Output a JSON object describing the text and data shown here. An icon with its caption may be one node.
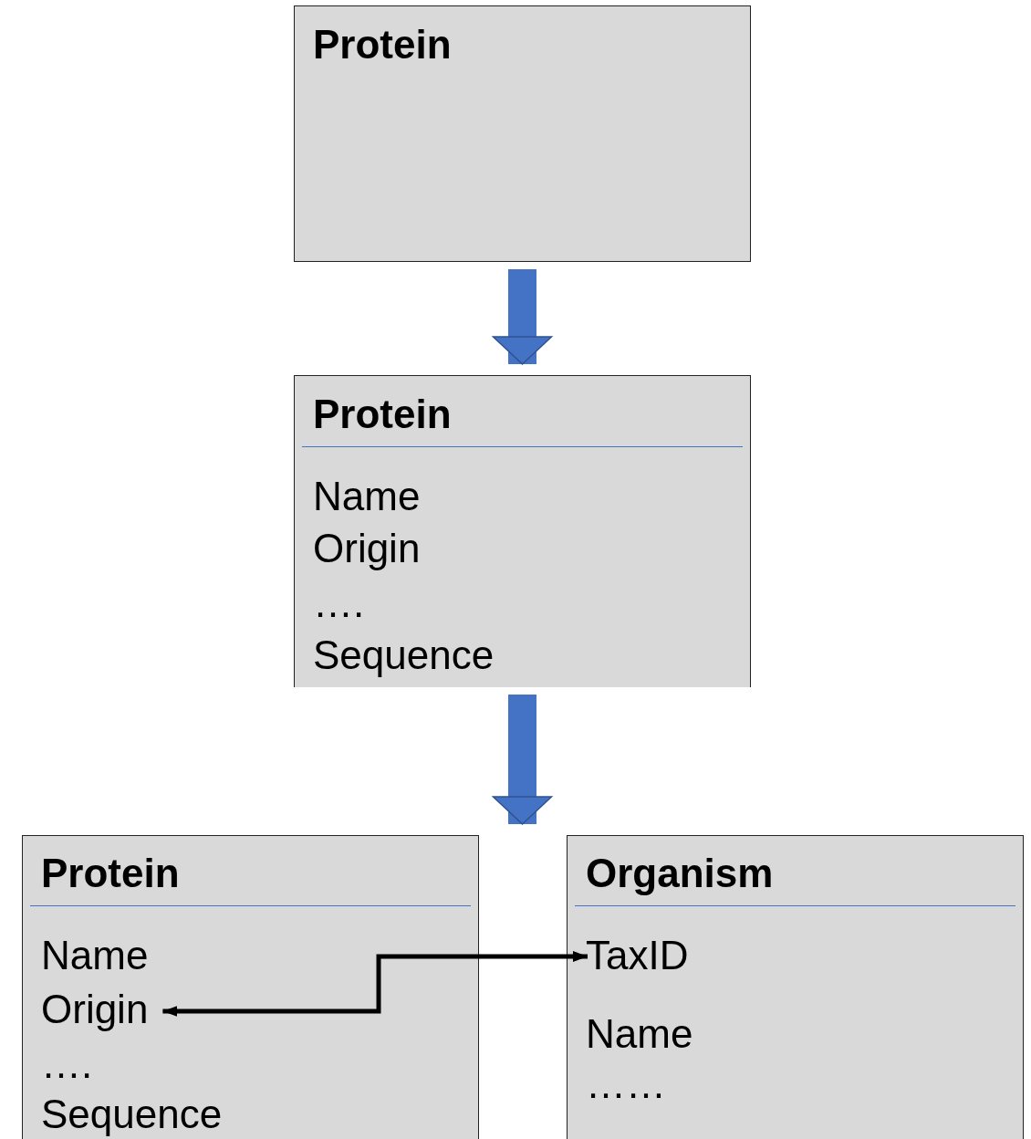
{
  "diagram": {
    "nodes": [
      {
        "text": [
          "Protein"
        ]
      },
      {
        "text": [
          "Protein",
          "Name",
          "Origin",
          "….",
          "Sequence"
        ]
      },
      {
        "text": [
          "Protein",
          "Name",
          "Origin",
          "….",
          "Sequence"
        ]
      },
      {
        "text": [
          "Organism",
          "TaxID",
          "Name",
          "……"
        ]
      }
    ],
    "edges": [
      {
        "from": 0,
        "to": 1,
        "arrow": "to",
        "color": "#4472c4"
      },
      {
        "from": 1,
        "to": 2,
        "arrow": "to",
        "color": "#4472c4"
      },
      {
        "from": 2,
        "to": 3,
        "arrow": "both",
        "color": "#000000"
      }
    ]
  }
}
